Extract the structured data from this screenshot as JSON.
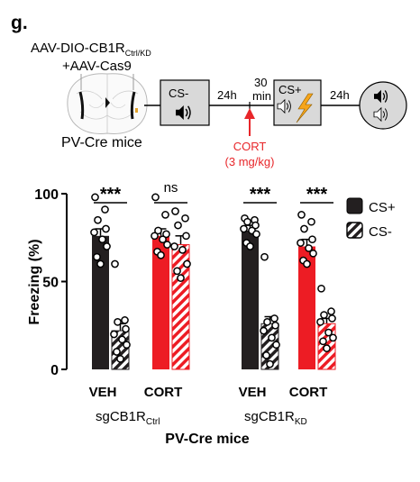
{
  "panel_label": "g.",
  "virus": {
    "line1": "AAV-DIO-CB1R",
    "sub": "Ctrl/KD",
    "line2": "+AAV-Cas9"
  },
  "mouse_label": "PV-Cre mice",
  "timeline": {
    "box1": "CS-",
    "gap1": "24h",
    "gap2_line1": "30",
    "gap2_line2": "min",
    "box2": "CS+",
    "gap3": "24h",
    "injection_line1": "CORT",
    "injection_line2": "(3 mg/kg)"
  },
  "colors": {
    "veh": "#231f20",
    "cort": "#ed1c24",
    "injection": "#e8262a",
    "box_fill": "#d9d9d9"
  },
  "icons": [
    "brain-slice-icon",
    "speaker-icon",
    "speaker-icon",
    "lightning-icon",
    "speaker-icon",
    "speaker-icon"
  ],
  "chart_data": {
    "type": "bar",
    "ylabel": "Freezing (%)",
    "ylim": [
      0,
      100
    ],
    "yticks": [
      0,
      50,
      100
    ],
    "legend": {
      "position": "right",
      "entries": [
        "CS+",
        "CS-"
      ]
    },
    "group_labels": [
      {
        "text": "sgCB1R",
        "sub": "Ctrl"
      },
      {
        "text": "sgCB1R",
        "sub": "KD"
      }
    ],
    "xtitle": "PV-Cre mice",
    "categories": [
      "VEH",
      "CORT",
      "VEH",
      "CORT"
    ],
    "significance": [
      "***",
      "ns",
      "***",
      "***"
    ],
    "bars": [
      {
        "treatment": "VEH",
        "cs": "CS+",
        "mean": 76,
        "sem": 4,
        "points": [
          98,
          91,
          85,
          80,
          78,
          74,
          70,
          64,
          60
        ]
      },
      {
        "treatment": "VEH",
        "cs": "CS-",
        "mean": 22,
        "sem": 4,
        "points": [
          60,
          28,
          27,
          23,
          20,
          17,
          14,
          10,
          6
        ]
      },
      {
        "treatment": "CORT",
        "cs": "CS+",
        "mean": 76,
        "sem": 4,
        "points": [
          98,
          88,
          79,
          77,
          76,
          74,
          71,
          67,
          65
        ]
      },
      {
        "treatment": "CORT",
        "cs": "CS-",
        "mean": 71,
        "sem": 5,
        "points": [
          90,
          86,
          82,
          76,
          70,
          68,
          60,
          56,
          52
        ]
      },
      {
        "treatment": "VEH",
        "cs": "CS+",
        "mean": 79,
        "sem": 3,
        "points": [
          86,
          85,
          84,
          82,
          80,
          79,
          77,
          72,
          70
        ]
      },
      {
        "treatment": "VEH",
        "cs": "CS-",
        "mean": 26,
        "sem": 4,
        "points": [
          64,
          29,
          27,
          25,
          22,
          18,
          14,
          8,
          3
        ]
      },
      {
        "treatment": "CORT",
        "cs": "CS+",
        "mean": 70,
        "sem": 4,
        "points": [
          88,
          84,
          80,
          74,
          72,
          69,
          66,
          62,
          60
        ]
      },
      {
        "treatment": "CORT",
        "cs": "CS-",
        "mean": 26,
        "sem": 3,
        "points": [
          46,
          33,
          31,
          29,
          27,
          21,
          18,
          16,
          12
        ]
      }
    ]
  }
}
